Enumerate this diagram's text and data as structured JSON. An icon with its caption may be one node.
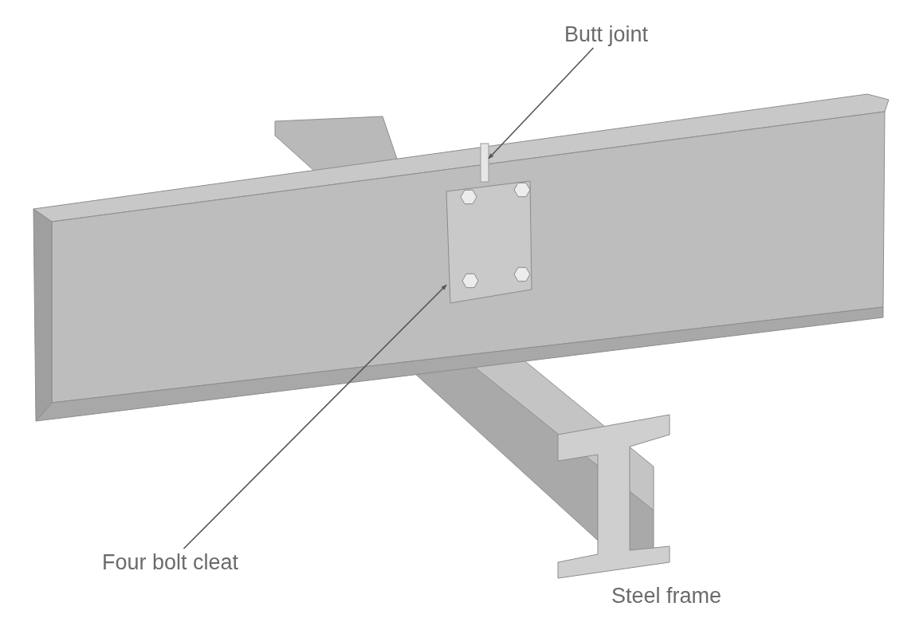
{
  "diagram": {
    "nodes": [
      {
        "text": [
          "Butt joint"
        ]
      },
      {
        "text": [],
        "shape": "bar"
      },
      {
        "text": [
          "Four bolt cleat"
        ]
      },
      {
        "text": [],
        "shape": "picture"
      }
    ],
    "edges": [
      {
        "from": 0,
        "to": 1,
        "arrow": "to"
      },
      {
        "from": 2,
        "to": 3,
        "arrow": "to"
      }
    ],
    "labels": [
      "Steel frame"
    ]
  }
}
